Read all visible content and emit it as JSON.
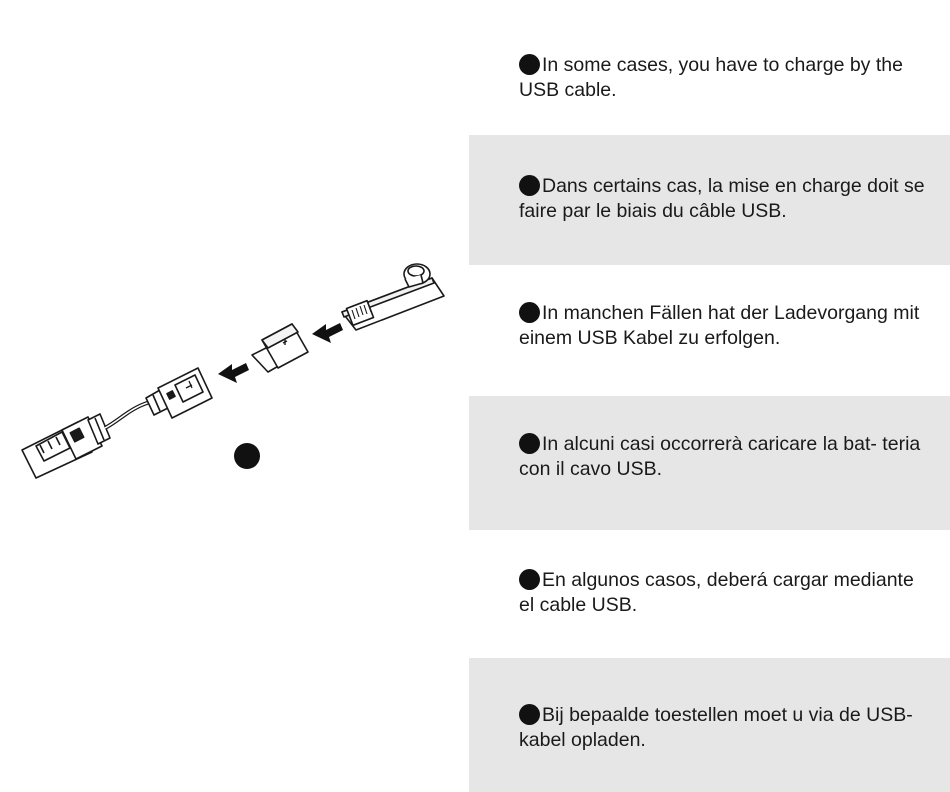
{
  "instructions": [
    {
      "lang": "en",
      "text": "In some cases, you have to charge by the USB cable."
    },
    {
      "lang": "fr",
      "text": "Dans certains cas, la mise en charge doit se faire par le biais du câble USB."
    },
    {
      "lang": "de",
      "text": "In manchen Fällen hat der Ladevorgang mit einem USB Kabel zu erfolgen."
    },
    {
      "lang": "it",
      "text": "In alcuni casi occorrerà caricare la bat- teria con il cavo USB."
    },
    {
      "lang": "es",
      "text": "En algunos casos, deberá cargar mediante el cable USB."
    },
    {
      "lang": "nl",
      "text": "Bij bepaalde toestellen moet u via de USB-kabel opladen."
    }
  ],
  "colors": {
    "panel_shade": "#e6e6e6",
    "text": "#1a1a1a",
    "bullet": "#111111"
  },
  "icons": [
    "usb-cable-icon",
    "charging-adapter-icon",
    "earpiece-headset-icon",
    "arrow-left-icon",
    "step-marker-dot"
  ]
}
